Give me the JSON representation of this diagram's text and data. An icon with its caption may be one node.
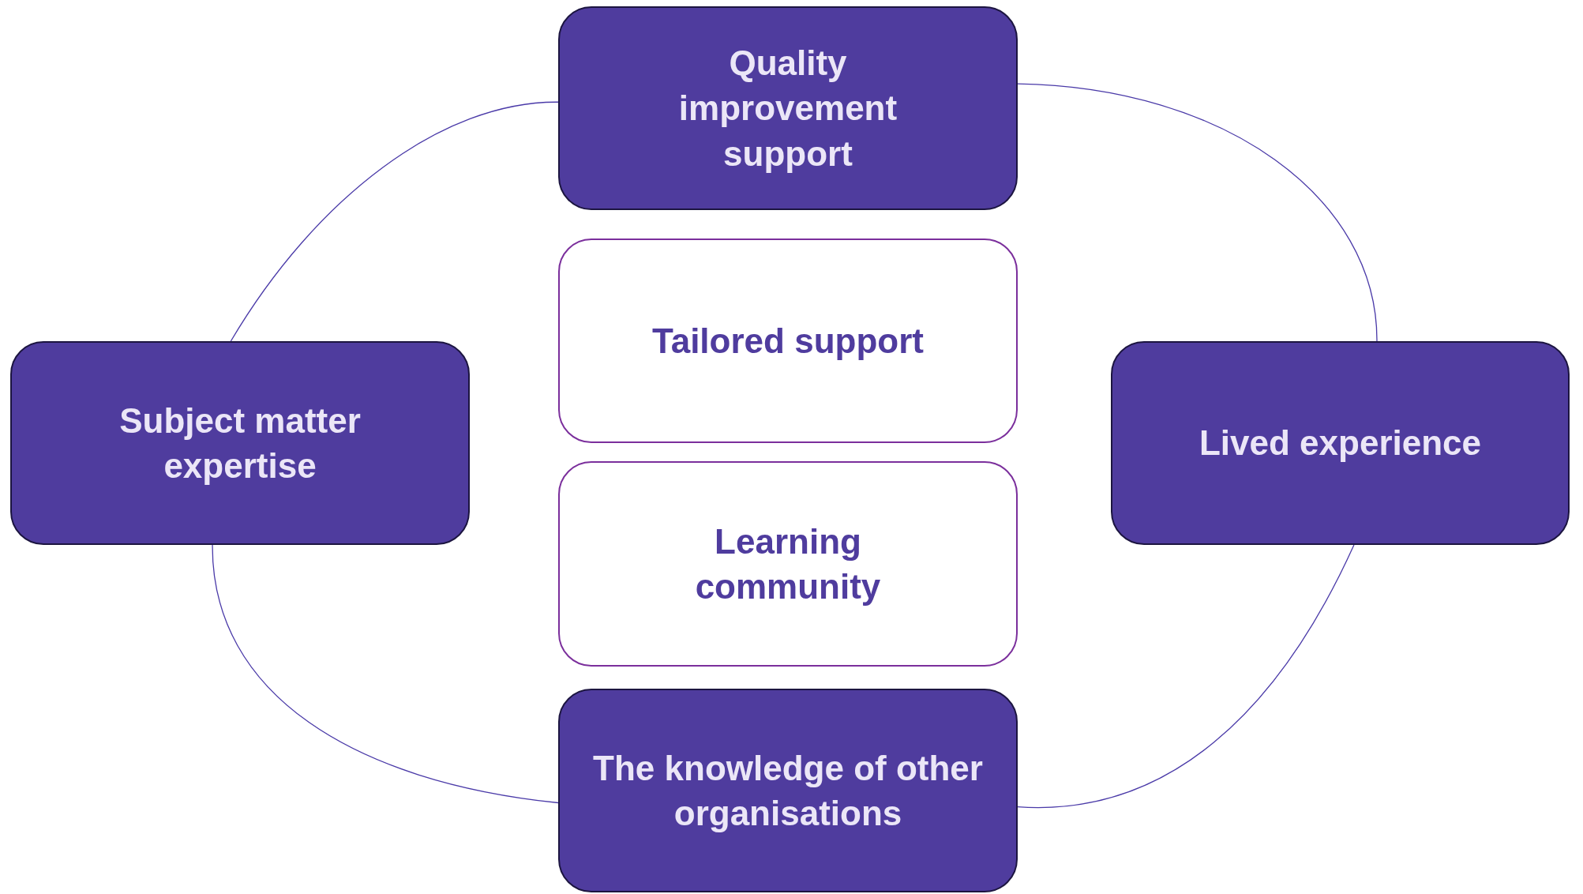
{
  "diagram": {
    "nodes": [
      {
        "text": [
          "Quality improvement support"
        ]
      },
      {
        "text": [
          "Tailored support"
        ]
      },
      {
        "text": [
          "Subject matter expertise"
        ]
      },
      {
        "text": [
          "Lived experience"
        ]
      },
      {
        "text": [
          "Learning community"
        ]
      },
      {
        "text": [
          "The knowledge of other organisations"
        ]
      }
    ],
    "edges": [
      {
        "from": 2,
        "to": 0,
        "arrow": "none"
      },
      {
        "from": 0,
        "to": 3,
        "arrow": "none"
      },
      {
        "from": 3,
        "to": 5,
        "arrow": "none"
      },
      {
        "from": 5,
        "to": 2,
        "arrow": "none"
      }
    ]
  }
}
